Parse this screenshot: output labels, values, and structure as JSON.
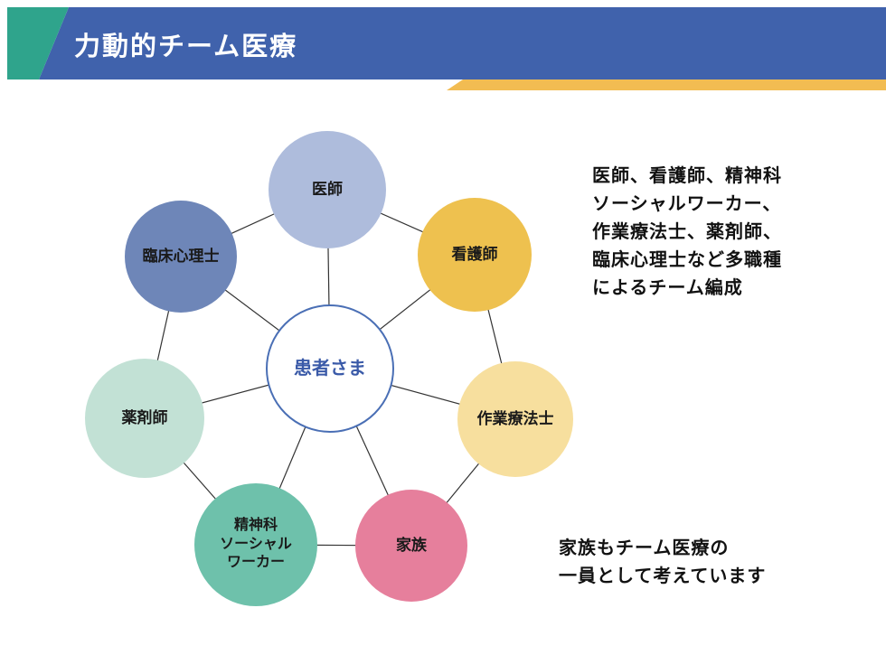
{
  "header": {
    "title": "力動的チーム医療"
  },
  "diagram": {
    "center": {
      "label": "患者さま"
    },
    "nodes": [
      {
        "id": "doctor",
        "label": "医師"
      },
      {
        "id": "nurse",
        "label": "看護師"
      },
      {
        "id": "psychologist",
        "label": "臨床心理士"
      },
      {
        "id": "pharmacist",
        "label": "薬剤師"
      },
      {
        "id": "ot",
        "label": "作業療法士"
      },
      {
        "id": "psw",
        "label": "精神科\nソーシャル\nワーカー"
      },
      {
        "id": "family",
        "label": "家族"
      }
    ]
  },
  "annotations": {
    "team": "医師、看護師、精神科\nソーシャルワーカー、\n作業療法士、薬剤師、\n臨床心理士など多職種\nによるチーム編成",
    "family": "家族もチーム医療の\n一員として考えています"
  },
  "colors": {
    "header_blue": "#4062ac",
    "header_teal": "#2fa48c",
    "header_yellow": "#f2bc52",
    "node_doctor": "#aebcdc",
    "node_nurse": "#eec14f",
    "node_psychologist": "#6e86b8",
    "node_pharmacist": "#c2e1d5",
    "node_ot": "#f7df9e",
    "node_psw": "#6ec1ab",
    "node_family": "#e67f9c",
    "patient_border": "#4a6fb5",
    "patient_text": "#3a5aa8"
  }
}
